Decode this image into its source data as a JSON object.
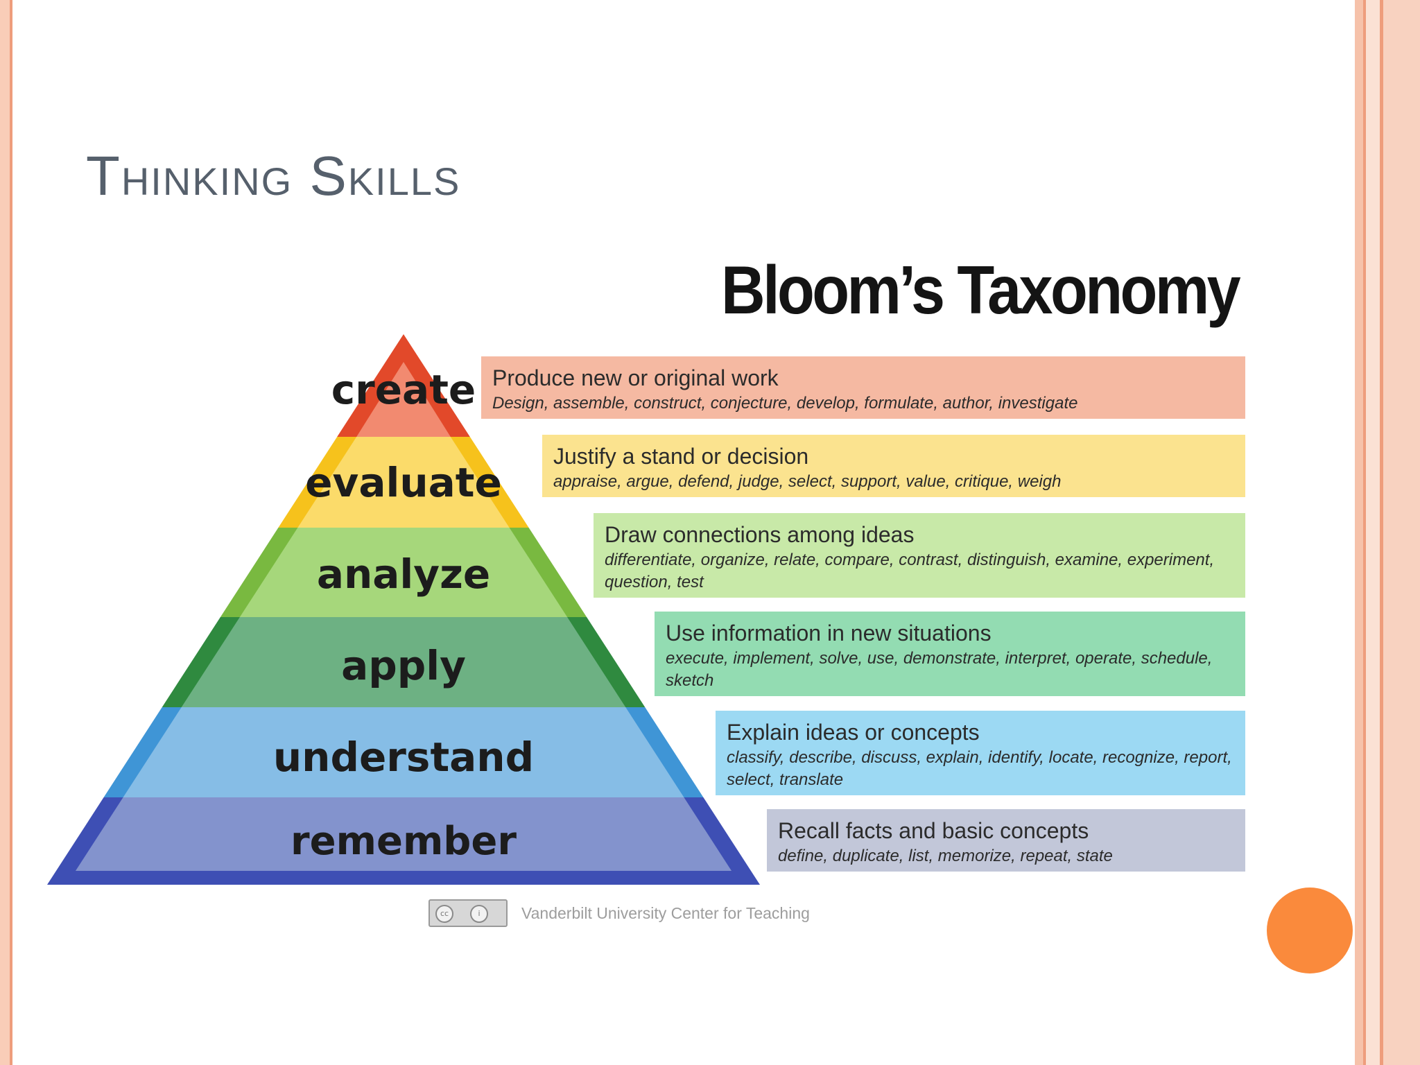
{
  "slide": {
    "title": "Thinking Skills",
    "accent_color": "#fa8a3c"
  },
  "diagram": {
    "title": "Bloom’s Taxonomy",
    "credit": "Vanderbilt University Center for Teaching",
    "license_icon": "creative-commons-icon",
    "levels": [
      {
        "name": "create",
        "heading": "Produce new or original work",
        "verbs": "Design, assemble, construct, conjecture, develop, formulate, author, investigate",
        "pyramid_color": "#f28a70",
        "pyramid_edge_color": "#e2492a",
        "box_color": "#f5b9a2"
      },
      {
        "name": "evaluate",
        "heading": "Justify a stand or decision",
        "verbs": "appraise, argue, defend, judge, select, support, value, critique, weigh",
        "pyramid_color": "#fbdb6a",
        "pyramid_edge_color": "#f6c21c",
        "box_color": "#fbe38f"
      },
      {
        "name": "analyze",
        "heading": "Draw connections among ideas",
        "verbs": "differentiate, organize, relate, compare, contrast, distinguish, examine, experiment, question, test",
        "pyramid_color": "#a6d77b",
        "pyramid_edge_color": "#79b940",
        "box_color": "#c8e9a8"
      },
      {
        "name": "apply",
        "heading": "Use information in new situations",
        "verbs": "execute, implement, solve, use, demonstrate, interpret, operate, schedule, sketch",
        "pyramid_color": "#6db183",
        "pyramid_edge_color": "#2f8a3f",
        "box_color": "#93dcb2"
      },
      {
        "name": "understand",
        "heading": "Explain ideas or concepts",
        "verbs": "classify, describe, discuss, explain, identify, locate, recognize, report, select, translate",
        "pyramid_color": "#86bde6",
        "pyramid_edge_color": "#3f95d6",
        "box_color": "#9cd9f3"
      },
      {
        "name": "remember",
        "heading": "Recall facts and basic concepts",
        "verbs": "define, duplicate, list, memorize, repeat, state",
        "pyramid_color": "#8393cd",
        "pyramid_edge_color": "#3e4fb4",
        "box_color": "#c2c7d9"
      }
    ]
  }
}
